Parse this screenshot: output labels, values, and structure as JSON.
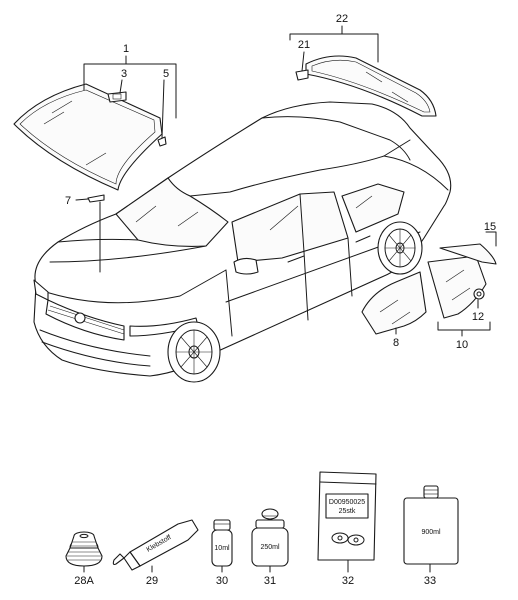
{
  "labels": {
    "p1": "1",
    "p3": "3",
    "p5": "5",
    "p7": "7",
    "p8": "8",
    "p10": "10",
    "p12": "12",
    "p15": "15",
    "p21": "21",
    "p22": "22",
    "p28a": "28A",
    "p29": "29",
    "p30": "30",
    "p31": "31",
    "p32": "32",
    "p33": "33"
  },
  "containers": {
    "tube_text": "Klebstoff",
    "bottle_small": "10ml",
    "jar_medium": "250ml",
    "bag_line1": "D00950025",
    "bag_line2": "25stk",
    "canister": "900ml"
  }
}
